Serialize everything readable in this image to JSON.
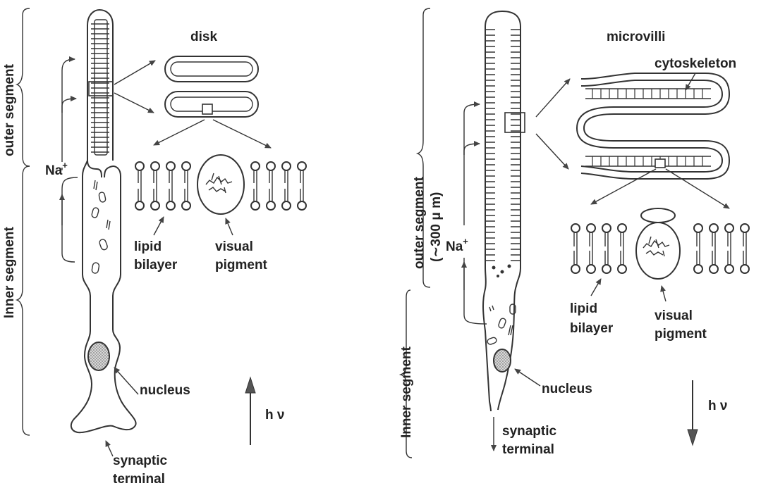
{
  "left_panel": {
    "bracket_outer": "outer segment",
    "bracket_inner": "Inner segment",
    "ion": "Na",
    "ion_charge": "+",
    "disk_title": "disk",
    "membrane_label_line1": "lipid",
    "membrane_label_line2": "bilayer",
    "pigment_label_line1": "visual",
    "pigment_label_line2": "pigment",
    "nucleus_label": "nucleus",
    "terminal_line1": "synaptic",
    "terminal_line2": "terminal",
    "light": "h ν"
  },
  "right_panel": {
    "bracket_outer_line1": "outer segment",
    "bracket_outer_line2": "(∼300 μ m)",
    "bracket_inner": "Inner segment",
    "ion": "Na",
    "ion_charge": "+",
    "microvilli_title": "microvilli",
    "cytoskeleton_label": "cytoskeleton",
    "membrane_label_line1": "lipid",
    "membrane_label_line2": "bilayer",
    "pigment_label_line1": "visual",
    "pigment_label_line2": "pigment",
    "nucleus_label": "nucleus",
    "terminal_line1": "synaptic",
    "terminal_line2": "terminal",
    "light": "h ν"
  },
  "colors": {
    "line": "#333333",
    "nucleus_fill": "#b5b5b5",
    "arrow_fill": "#555555"
  }
}
